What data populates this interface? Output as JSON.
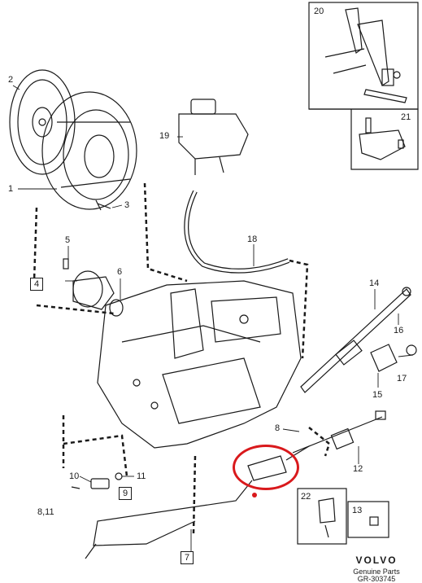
{
  "callouts": {
    "c1": "1",
    "c2": "2",
    "c3": "3",
    "c4": "4",
    "c5": "5",
    "c6": "6",
    "c7": "7",
    "c8": "8",
    "c8_11": "8,11",
    "c9": "9",
    "c10": "10",
    "c11": "11",
    "c12": "12",
    "c13": "13",
    "c14": "14",
    "c15": "15",
    "c16": "16",
    "c17": "17",
    "c18": "18",
    "c19": "19",
    "c20": "20",
    "c21": "21",
    "c22": "22"
  },
  "footer": {
    "brand": "VOLVO",
    "subtitle": "Genuine Parts",
    "ref": "GR-303745"
  },
  "highlight": {
    "color": "#d9191c"
  }
}
